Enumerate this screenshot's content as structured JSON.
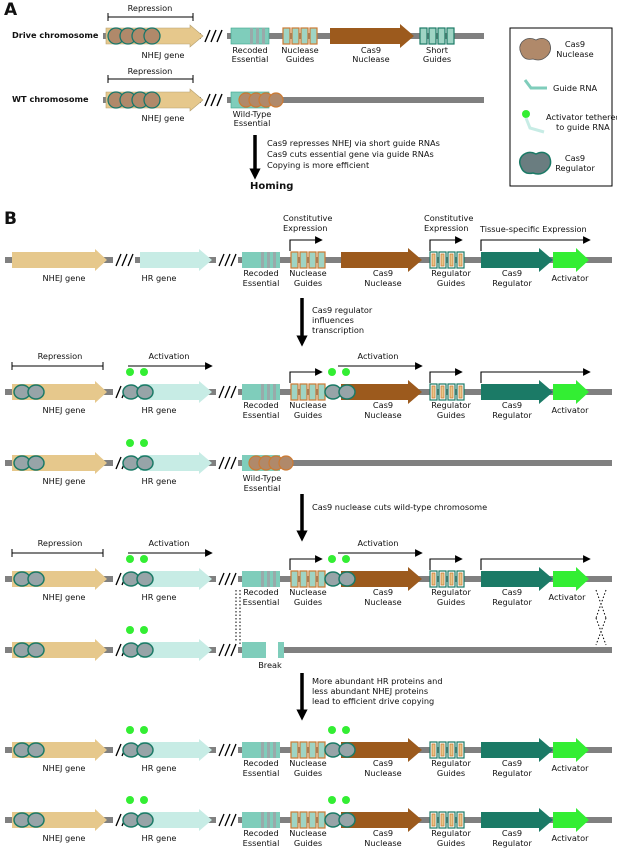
{
  "panel_a": {
    "letter": "A",
    "drive_row": {
      "title": "Drive chromosome",
      "repression": "Repression",
      "nhej": "NHEJ gene",
      "recoded": [
        "Recoded",
        "Essential"
      ],
      "nuclease_guides": [
        "Nuclease",
        "Guides"
      ],
      "cas9_nuclease": [
        "Cas9",
        "Nuclease"
      ],
      "short_guides": [
        "Short",
        "Guides"
      ]
    },
    "wt_row": {
      "title": "WT chromosome",
      "repression": "Repression",
      "nhej": "NHEJ gene",
      "wild_type": [
        "Wild-Type",
        "Essential"
      ]
    },
    "mechanism": [
      "Cas9 represses NHEJ via short guide RNAs",
      "Cas9 cuts essential gene via guide RNAs",
      "Copying is more efficient"
    ],
    "outcome": "Homing"
  },
  "legend": {
    "items": [
      [
        "Cas9",
        "Nuclease"
      ],
      [
        "Guide RNA"
      ],
      [
        "Activator tethered",
        "to guide RNA"
      ],
      [
        "Cas9",
        "Regulator"
      ]
    ]
  },
  "panel_b": {
    "letter": "B",
    "genes": {
      "nhej": "NHEJ gene",
      "hr": "HR gene",
      "recoded": [
        "Recoded",
        "Essential"
      ],
      "nuclease_guides": [
        "Nuclease",
        "Guides"
      ],
      "cas9_nuclease": [
        "Cas9",
        "Nuclease"
      ],
      "regulator_guides": [
        "Regulator",
        "Guides"
      ],
      "cas9_regulator": [
        "Cas9",
        "Regulator"
      ],
      "activator": "Activator",
      "wild_type": [
        "Wild-Type",
        "Essential"
      ],
      "break": "Break"
    },
    "expression": {
      "constitutive": [
        "Constitutive",
        "Expression"
      ],
      "tissue": "Tissue-specific Expression"
    },
    "repression": "Repression",
    "activation": "Activation",
    "steps": [
      [
        "Cas9 regulator",
        "influences",
        "transcription"
      ],
      [
        "Cas9 nuclease cuts wild-type chromosome"
      ],
      [
        "More abundant HR proteins and",
        "less abundant NHEJ proteins",
        "lead to efficient drive copying"
      ]
    ]
  },
  "colors": {
    "chromosome": "#808080",
    "nhej": "#e6c88c",
    "hr": "#c7ece5",
    "essential": "#7fcdbb",
    "cas9_nuclease": "#9c5a1d",
    "cas9_regulator": "#1b7a66",
    "activator": "#33ee33",
    "guide_box_orange": "#cc7a33",
    "guide_box_teal": "#3aa58c",
    "nuclease_protein": "#b0896a",
    "regulator_protein": "#97a4a8"
  }
}
